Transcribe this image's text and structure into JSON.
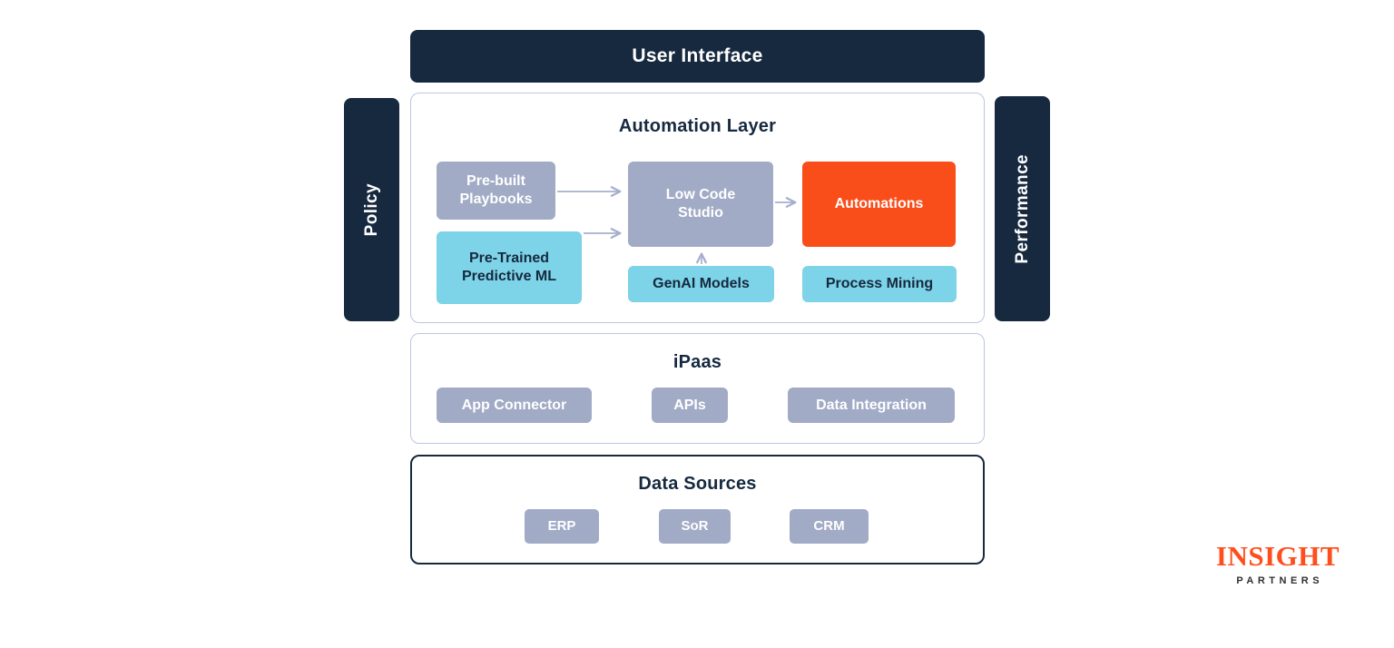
{
  "colors": {
    "navy": "#16293F",
    "node_gray": "#A2ABC6",
    "node_cyan": "#7DD3E7",
    "node_orange": "#F94E1A",
    "section_border_light": "#BCC6E0",
    "arrow": "#A6B0CC",
    "logo_orange": "#FF4E1D"
  },
  "top_bar": {
    "label": "User Interface"
  },
  "side_bars": {
    "left": {
      "label": "Policy"
    },
    "right": {
      "label": "Performance"
    }
  },
  "automation_layer": {
    "title": "Automation Layer",
    "nodes": [
      {
        "id": "pre-built-playbooks",
        "label": "Pre-built Playbooks",
        "color": "gray"
      },
      {
        "id": "low-code-studio",
        "label": "Low Code Studio",
        "color": "gray"
      },
      {
        "id": "automations",
        "label": "Automations",
        "color": "orange"
      },
      {
        "id": "pre-trained-predictive-ml",
        "label": "Pre-Trained Predictive ML",
        "color": "cyan"
      },
      {
        "id": "genai-models",
        "label": "GenAI Models",
        "color": "cyan"
      },
      {
        "id": "process-mining",
        "label": "Process Mining",
        "color": "cyan"
      }
    ],
    "connections": [
      {
        "from": "Pre-built Playbooks",
        "to": "Low Code Studio"
      },
      {
        "from": "Pre-Trained Predictive ML",
        "to": "Low Code Studio"
      },
      {
        "from": "GenAI Models",
        "to": "Low Code Studio"
      },
      {
        "from": "Low Code Studio",
        "to": "Automations"
      }
    ]
  },
  "ipaas": {
    "title": "iPaas",
    "nodes": [
      {
        "id": "app-connector",
        "label": "App Connector"
      },
      {
        "id": "apis",
        "label": "APIs"
      },
      {
        "id": "data-integration",
        "label": "Data Integration"
      }
    ]
  },
  "data_sources": {
    "title": "Data Sources",
    "nodes": [
      {
        "id": "erp",
        "label": "ERP"
      },
      {
        "id": "sor",
        "label": "SoR"
      },
      {
        "id": "crm",
        "label": "CRM"
      }
    ]
  },
  "logo": {
    "primary": "INSIGHT",
    "secondary": "PARTNERS"
  }
}
